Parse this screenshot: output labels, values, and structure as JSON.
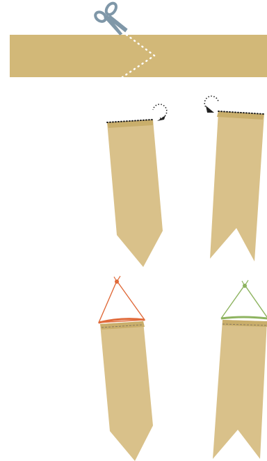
{
  "colors": {
    "strip": "#d2b878",
    "pennant": "#d9c18a",
    "pennant_dark": "#c9ae6b",
    "cut_line": "#ffffff",
    "fold_line": "#222222",
    "scissors": "#7f97a8",
    "orange_string": "#e06a3a",
    "green_string": "#8db35f",
    "stitch": "#8a7a60"
  },
  "icons": {
    "scissors": "scissors-icon",
    "fold_arrow": "curved-arrow-icon"
  },
  "steps": [
    {
      "id": "cut",
      "description_shown": false
    },
    {
      "id": "fold",
      "description_shown": false
    },
    {
      "id": "hang",
      "description_shown": false
    }
  ]
}
